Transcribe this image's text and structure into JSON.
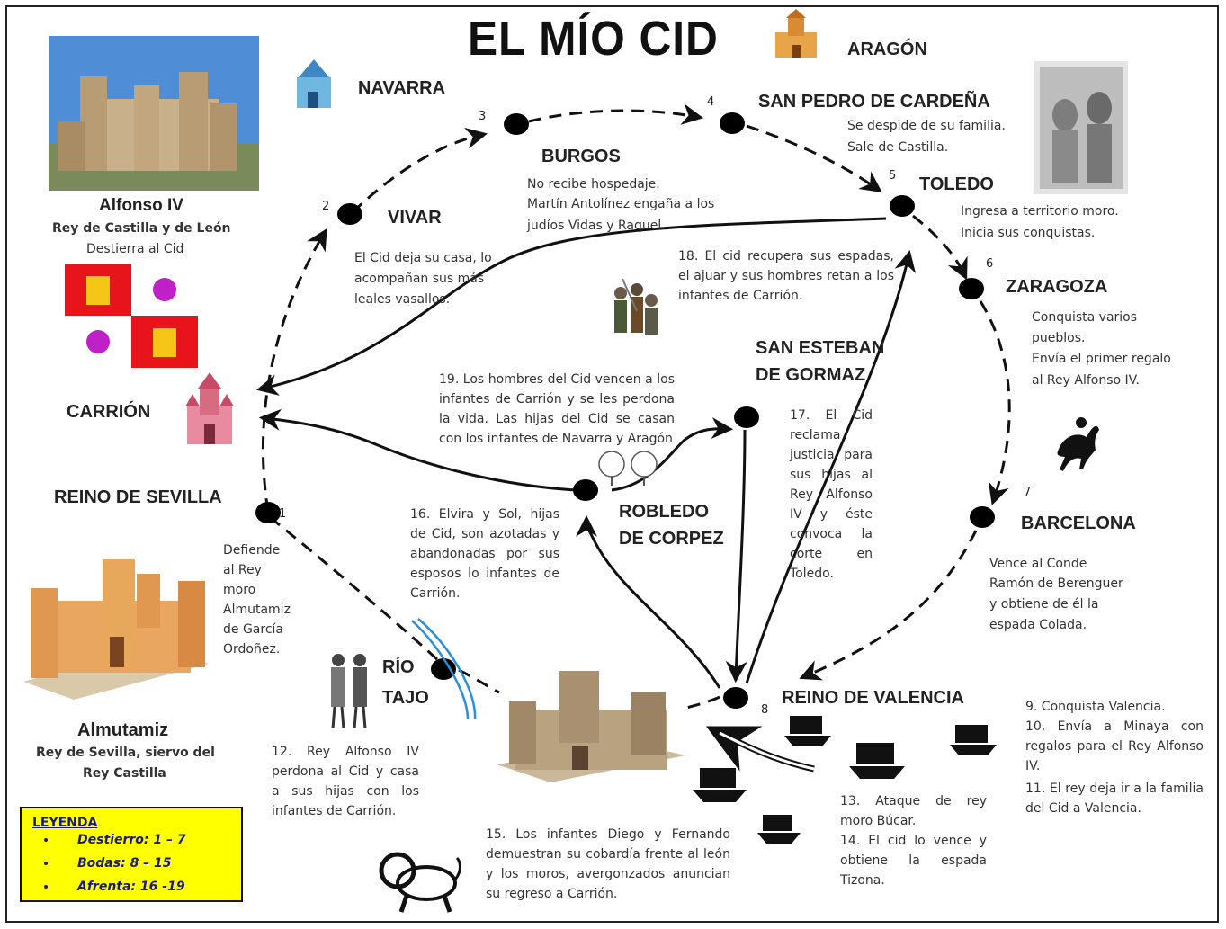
{
  "title": "EL MÍO CID",
  "places": {
    "navarra": "NAVARRA",
    "aragon": "ARAGÓN",
    "san_pedro": "SAN PEDRO  DE CARDEÑA",
    "burgos": "BURGOS",
    "vivar": "VIVAR",
    "toledo": "TOLEDO",
    "zaragoza": "ZARAGOZA",
    "san_esteban_1": "SAN ESTEBAN",
    "san_esteban_2": "DE GORMAZ",
    "carrion": "CARRIÓN",
    "reino_sevilla": "REINO DE SEVILLA",
    "robledo_1": "ROBLEDO",
    "robledo_2": "DE CORPEZ",
    "barcelona": "BARCELONA",
    "rio_1": "RÍO",
    "rio_2": "TAJO",
    "reino_valencia": "REINO DE VALENCIA"
  },
  "numbers": {
    "n1": "1",
    "n2": "2",
    "n3": "3",
    "n4": "4",
    "n5": "5",
    "n6": "6",
    "n7": "7",
    "n8": "8"
  },
  "alfonso": {
    "name": "Alfonso IV",
    "role": "Rey de Castilla y de León",
    "action": "Destierra al Cid"
  },
  "almutamiz": {
    "name": "Almutamiz",
    "role_1": "Rey de Sevilla,  siervo del",
    "role_2": "Rey Castilla"
  },
  "texts": {
    "san_pedro_1": "Se despide de su familia.",
    "san_pedro_2": "Sale de Castilla.",
    "burgos_1": "No recibe hospedaje.",
    "burgos_2": "Martín Antolínez engaña a los",
    "burgos_3": "judíos Vidas y Raquel.",
    "vivar_1": "El Cid deja su casa, lo",
    "vivar_2": "acompañan sus más",
    "vivar_3": "leales vasallos.",
    "toledo_1": "Ingresa a territorio moro.",
    "toledo_2": "Inicia  sus conquistas.",
    "zaragoza_1": "Conquista varios",
    "zaragoza_2": "pueblos.",
    "zaragoza_3": "Envía el primer regalo",
    "zaragoza_4": "al Rey Alfonso IV.",
    "t18": "18. El cid recupera sus espadas, el ajuar y sus hombres retan a los infantes de Carrión.",
    "t19": "19. Los hombres del Cid vencen a los infantes de Carrión y se les perdona la vida. Las hijas del Cid se casan con los infantes de Navarra y Aragón",
    "t17": "17. El Cid reclama justicia para sus hijas al Rey Alfonso IV y éste convoca la corte en Toledo.",
    "t16": "16. Elvira y Sol, hijas de Cid, son azotadas y abandonadas por sus esposos lo infantes de Carrión.",
    "sevilla_1": "Defiende",
    "sevilla_2": "al Rey",
    "sevilla_3": "moro",
    "sevilla_4": "Almutamiz",
    "sevilla_5": "de García",
    "sevilla_6": "Ordoñez.",
    "barcelona_1": "Vence al Conde",
    "barcelona_2": "Ramón de Berenguer",
    "barcelona_3": "y obtiene de él la",
    "barcelona_4": "espada Colada.",
    "t12": "12. Rey Alfonso IV perdona al Cid y casa a sus hijas con los infantes de Carrión.",
    "t15": "15. Los infantes Diego y Fernando demuestran su cobardía frente al león y los moros, avergonzados anuncian su regreso a Carrión.",
    "t13": "13. Ataque de rey moro Búcar.",
    "t14": "14. El cid lo vence y obtiene la espada Tizona.",
    "t9": "9.  Conquista Valencia.",
    "t10": "10. Envía a  Minaya con regalos para el Rey Alfonso IV.",
    "t11": "11. El rey deja ir a la familia del Cid a Valencia."
  },
  "legend": {
    "title": "LEYENDA",
    "items": [
      "Destierro: 1 – 7",
      "Bodas: 8 – 15",
      "Afrenta: 16 -19"
    ]
  },
  "colors": {
    "legend_bg": "#ffff00",
    "legend_text": "#1a1a7a",
    "red": "#e8141c",
    "purple": "#c020c8",
    "castle_pink": "#e0607a"
  }
}
